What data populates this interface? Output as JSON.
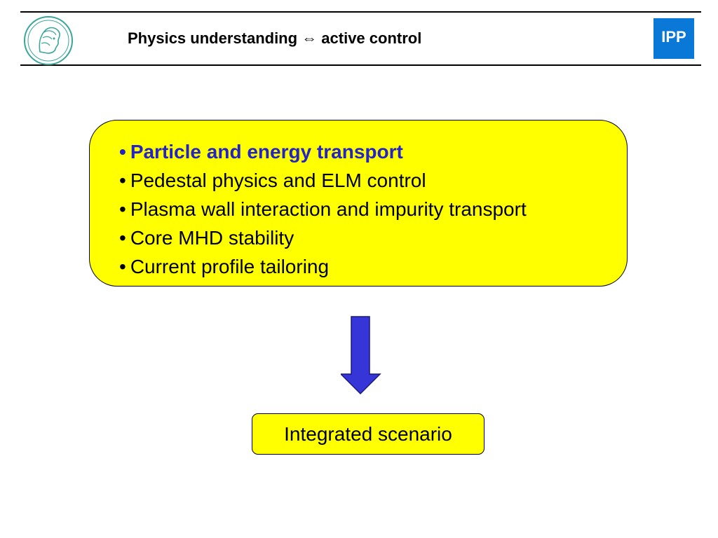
{
  "header": {
    "title": "Physics understanding ⇔ active control",
    "logo_left_icon": "max-planck-minerva-logo-icon",
    "logo_right_text": "IPP"
  },
  "topics": [
    {
      "bullet": "•",
      "label": "Particle and energy transport",
      "highlighted": true
    },
    {
      "bullet": "•",
      "label": "Pedestal physics and ELM control",
      "highlighted": false
    },
    {
      "bullet": "•",
      "label": "Plasma wall interaction and impurity transport",
      "highlighted": false
    },
    {
      "bullet": "•",
      "label": "Core MHD stability",
      "highlighted": false
    },
    {
      "bullet": "•",
      "label": "Current profile tailoring",
      "highlighted": false
    }
  ],
  "flow": {
    "arrow_icon": "down-arrow-icon"
  },
  "result": {
    "label": "Integrated scenario"
  },
  "colors": {
    "box_fill": "#ffff00",
    "highlight_text": "#2323c8",
    "arrow_fill": "#3535d8",
    "ipp_blue": "#0a78d6"
  }
}
